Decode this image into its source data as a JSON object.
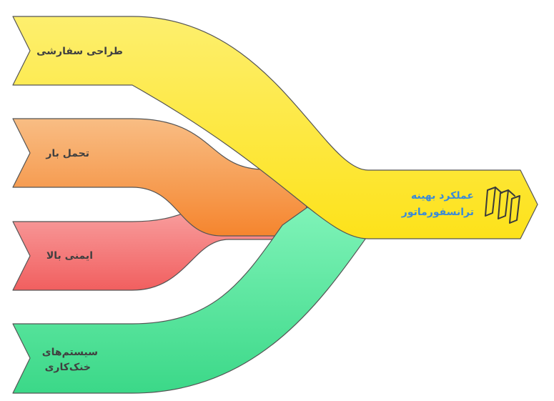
{
  "inputs": [
    {
      "label_lines": [
        "طراحی سفارشی"
      ],
      "color": "#fde84a"
    },
    {
      "label_lines": [
        "تحمل بار"
      ],
      "color": "#f6994f"
    },
    {
      "label_lines": [
        "ایمنی بالا"
      ],
      "color": "#f46c6c"
    },
    {
      "label_lines": [
        "سیستم‌های",
        "خنک‌کاری"
      ],
      "color": "#4fe39a"
    }
  ],
  "output": {
    "label_lines": [
      "عملکرد بهینه",
      "ترانسفورماتور"
    ],
    "icon": "coil-icon",
    "color": "#fde84a"
  },
  "colors": {
    "label_text": "#404040",
    "output_text": "#3a8ad8",
    "outline": "#4a4a4a"
  }
}
